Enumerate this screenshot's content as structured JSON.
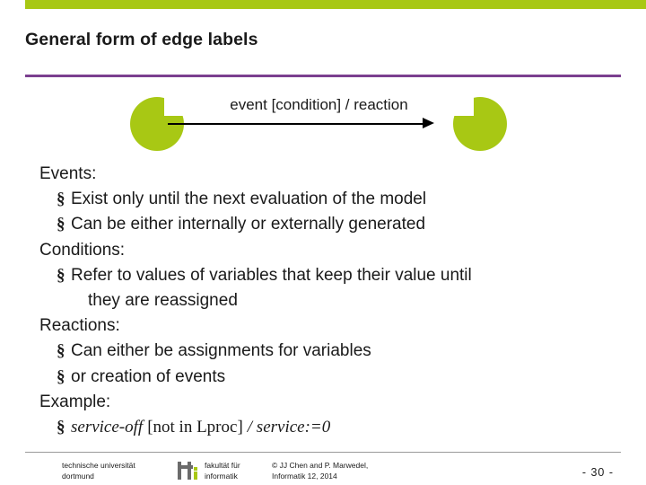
{
  "theme": {
    "accent_green": "#a8c814",
    "rule_purple": "#7b3f8f",
    "text": "#1a1a1a"
  },
  "title": "General form of edge labels",
  "diagram": {
    "edge_label": "event [condition] / reaction",
    "source_state": "",
    "target_state": ""
  },
  "body": {
    "sections": [
      {
        "heading": "Events:"
      },
      {
        "bullet": "Exist only until the next evaluation of the model"
      },
      {
        "bullet": "Can be either internally or externally generated"
      },
      {
        "heading": "Conditions:"
      },
      {
        "bullet": "Refer to values of variables that keep their value until"
      },
      {
        "cont": "they are reassigned"
      },
      {
        "heading": "Reactions:"
      },
      {
        "bullet": "Can either be assignments for variables"
      },
      {
        "bullet": "or creation of events"
      },
      {
        "heading": "Example:"
      }
    ],
    "bullet_mark": "§",
    "example": {
      "service": "service-off",
      "condition": "[not in Lproc]",
      "reaction": "/ service:=0"
    }
  },
  "footer": {
    "university_line1": "technische universität",
    "university_line2": "dortmund",
    "faculty_line1": "fakultät für",
    "faculty_line2": "informatik",
    "copyright_line1": "© JJ Chen and  P. Marwedel,",
    "copyright_line2": "Informatik 12,  2014",
    "page_number": "-  30 -"
  }
}
